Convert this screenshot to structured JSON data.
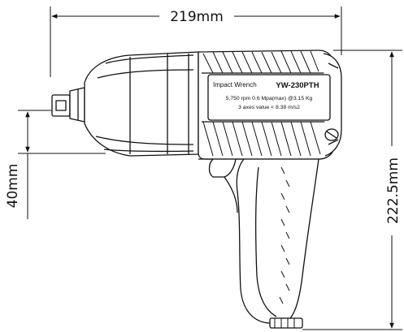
{
  "dimensions": {
    "overall_length": "219mm",
    "overall_height": "222.5mm",
    "anvil_height": "40mm"
  },
  "label": {
    "product_type": "Impact Wrench",
    "model": "YW-230PTH",
    "specs_line1": "5,750 rpm  0.6 Mpa(max)  @3.15 Kg",
    "specs_line2": "3 axes value < 8.38 m/s2"
  },
  "colors": {
    "line": "#111111",
    "background": "#ffffff"
  }
}
